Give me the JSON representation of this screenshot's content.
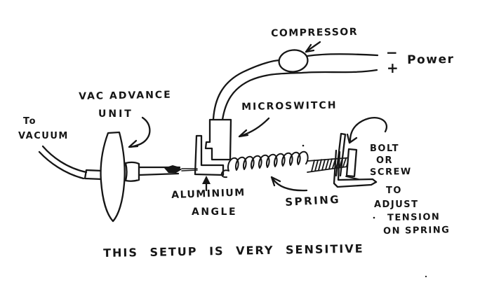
{
  "document": {
    "type": "hand-drawn-schematic",
    "caption": "THIS SETUP IS VERY SENSITIVE"
  },
  "labels": {
    "compressor": "COMPRESSOR",
    "power": "Power",
    "power_minus": "−",
    "power_plus": "+",
    "vac_advance_1": "VAC ADVANCE",
    "vac_advance_2": "UNIT",
    "to_vacuum_1": "To",
    "to_vacuum_2": "VACUUM",
    "microswitch": "MICROSWITCH",
    "aluminium_1": "ALUMINIUM",
    "aluminium_2": "ANGLE",
    "spring": "SPRING",
    "bolt_note": [
      "BOLT",
      "OR",
      "SCREW",
      "TO",
      "ADJUST",
      "TENSION",
      "ON SPRING"
    ]
  },
  "colors": {
    "ink": "#161616",
    "paper": "#ffffff"
  }
}
